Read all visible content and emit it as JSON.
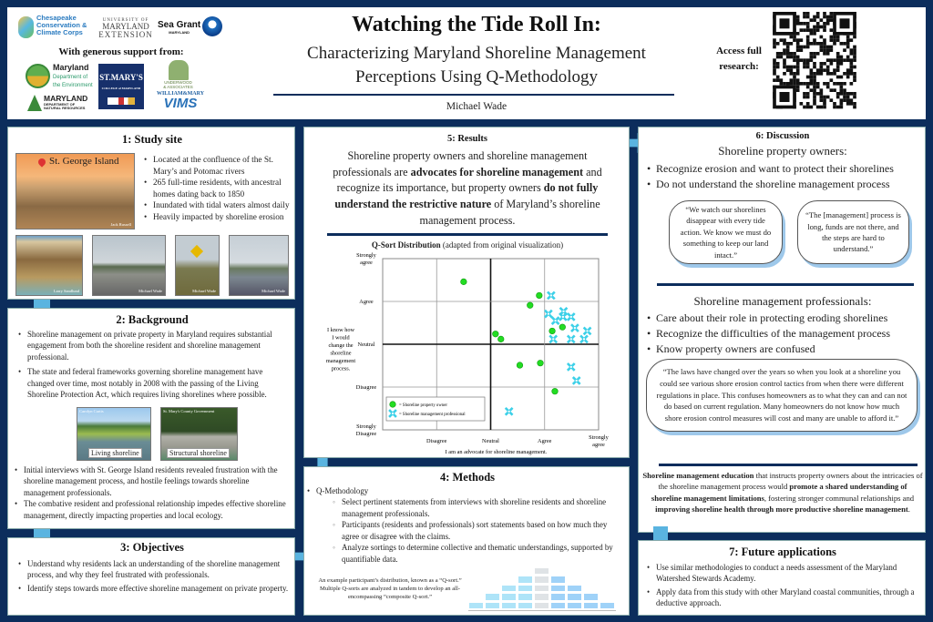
{
  "colors": {
    "navy": "#0c2d5c",
    "arrow": "#5ab4e0",
    "owner": "#22dd22",
    "professional": "#3cd0e8"
  },
  "header": {
    "title": "Watching the Tide Roll In:",
    "subtitle_line1": "Characterizing Maryland Shoreline Management",
    "subtitle_line2": "Perceptions Using Q-Methodology",
    "author": "Michael Wade",
    "access_label_1": "Access full",
    "access_label_2": "research:",
    "support_label": "With generous support from:",
    "logos": [
      "Chesapeake Conservation & Climate Corps",
      "University of Maryland Extension",
      "Sea Grant Maryland",
      "NOAA",
      "Maryland Department of the Environment",
      "St. Mary's College of Maryland",
      "Underwood & Associates",
      "Maryland Department of Natural Resources",
      "William & Mary VIMS"
    ]
  },
  "study_site": {
    "heading": "1: Study site",
    "map_label": "St. George Island",
    "main_credit": "Jack Russell",
    "bullets": [
      "Located at the confluence of the St. Mary’s and Potomac rivers",
      "265 full-time residents, with ancestral homes dating back to 1850",
      "Inundated with tidal waters almost daily",
      "Heavily impacted by shoreline erosion"
    ],
    "photo_credits": [
      "Larry Sandlund",
      "Michael Wade",
      "Michael Wade",
      "Michael Wade"
    ]
  },
  "background": {
    "heading": "2: Background",
    "bullets_top": [
      "Shoreline management on private property in Maryland requires substantial engagement from both the shoreline resident and shoreline management professional.",
      "The state and federal frameworks governing shoreline management have changed over time, most notably in 2008 with the passing of the Living Shoreline Protection Act, which requires living shorelines where possible."
    ],
    "photos": [
      {
        "caption": "Living shoreline",
        "credit": "Carolyn Curtis"
      },
      {
        "caption": "Structural shoreline",
        "credit": "St. Mary's County Government"
      }
    ],
    "bullets_bottom": [
      "Initial interviews with St. George Island residents revealed frustration with the shoreline management process, and hostile feelings towards shoreline management professionals.",
      "The combative resident and professional relationship impedes effective shoreline management, directly impacting properties and local ecology."
    ]
  },
  "objectives": {
    "heading": "3: Objectives",
    "bullets": [
      "Understand why residents lack an understanding of the shoreline management process, and why they feel frustrated with professionals.",
      "Identify steps towards more effective shoreline management on private property."
    ]
  },
  "results": {
    "heading": "5: Results",
    "t1": "Shoreline property owners and shoreline management professionals are ",
    "b1": "advocates for shoreline management",
    "t2": " and recognize its importance, but property owners ",
    "b2": "do not fully understand the restrictive nature",
    "t3": " of Maryland’s shoreline management process."
  },
  "chart_data": {
    "type": "scatter",
    "title": "Q-Sort Distribution",
    "subtitle": "(adapted from original visualization)",
    "xlabel": "I am an advocate for shoreline management.",
    "ylabel": "I know how I would change the shoreline management process.",
    "xlim": [
      -2,
      2
    ],
    "ylim": [
      -2,
      2
    ],
    "x_ticks": [
      {
        "v": -1,
        "label": "Disagree"
      },
      {
        "v": 0,
        "label": "Neutral"
      },
      {
        "v": 1,
        "label": "Agree"
      },
      {
        "v": 2,
        "label": "Strongly agree"
      }
    ],
    "y_ticks": [
      {
        "v": 2,
        "label": "Strongly agree"
      },
      {
        "v": 1,
        "label": "Agree"
      },
      {
        "v": 0,
        "label": "Neutral"
      },
      {
        "v": -1,
        "label": "Disagree"
      },
      {
        "v": -2,
        "label": "Strongly Disagree"
      }
    ],
    "grid": true,
    "legend_position": "bottom-left",
    "series": [
      {
        "name": "= Shoreline property owner",
        "marker": "circle",
        "points": [
          [
            -0.5,
            1.46
          ],
          [
            0.9,
            1.14
          ],
          [
            0.73,
            0.91
          ],
          [
            1.14,
            0.31
          ],
          [
            1.33,
            0.4
          ],
          [
            0.09,
            0.24
          ],
          [
            0.19,
            0.12
          ],
          [
            0.54,
            -0.49
          ],
          [
            0.92,
            -0.44
          ],
          [
            1.19,
            -1.1
          ]
        ]
      },
      {
        "name": "= Shoreline management professional",
        "marker": "x",
        "points": [
          [
            1.12,
            1.14
          ],
          [
            1.35,
            0.77
          ],
          [
            1.07,
            0.71
          ],
          [
            1.2,
            0.55
          ],
          [
            1.34,
            0.64
          ],
          [
            1.49,
            0.64
          ],
          [
            1.56,
            0.38
          ],
          [
            1.79,
            0.31
          ],
          [
            1.16,
            0.12
          ],
          [
            1.49,
            0.12
          ],
          [
            1.73,
            0.12
          ],
          [
            1.49,
            -0.53
          ],
          [
            1.59,
            -0.85
          ],
          [
            0.34,
            -1.57
          ]
        ]
      }
    ]
  },
  "methods": {
    "heading": "4: Methods",
    "bullet": "Q-Methodology",
    "sub": [
      "Select pertinent statements from interviews with shoreline residents and shoreline management professionals.",
      "Participants (residents and professionals) sort statements based on how much they agree or disagree with the claims.",
      "Analyze sortings to determine collective and thematic understandings, supported by quantifiable data."
    ],
    "caption": "An example participant’s distribution, known as a “Q-sort.” Multiple Q-sorts are analyzed in tandem to develop an all-encompassing “composite Q-sort.”"
  },
  "discussion": {
    "heading": "6: Discussion",
    "owners_title": "Shoreline property owners:",
    "owners_bullets": [
      "Recognize erosion and want to protect their shorelines",
      "Do not understand the shoreline management process"
    ],
    "quote1": "“We watch our shorelines disappear with every tide action. We know we must do something to keep our land intact.”",
    "quote2": "“The [management] process is long, funds are not there, and the steps are hard to understand.”",
    "pros_title": "Shoreline management professionals:",
    "pros_bullets": [
      "Care about their role in protecting eroding shorelines",
      "Recognize the difficulties of the management process",
      "Know property owners are confused"
    ],
    "quote3": "“The laws have changed over the years so when you look at a shoreline you could see various shore erosion control tactics from when there were different regulations in place. This confuses homeowners as to what they can and can not do based on current regulation. Many homeowners do not know how much shore erosion control measures will cost and many are unable to afford it.”",
    "c_b1": "Shoreline management education",
    "c_t1": " that instructs property owners about the intricacies of the shoreline management process would ",
    "c_b2": "promote a shared understanding of shoreline management limitations",
    "c_t2": ", fostering stronger communal relationships and ",
    "c_b3": "improving shoreline health through more productive shoreline management",
    "c_t3": "."
  },
  "future": {
    "heading": "7: Future applications",
    "bullets": [
      "Use similar methodologies to conduct a needs assessment of the Maryland Watershed Stewards Academy.",
      "Apply data from this study with other Maryland coastal communities, through a deductive approach."
    ]
  }
}
